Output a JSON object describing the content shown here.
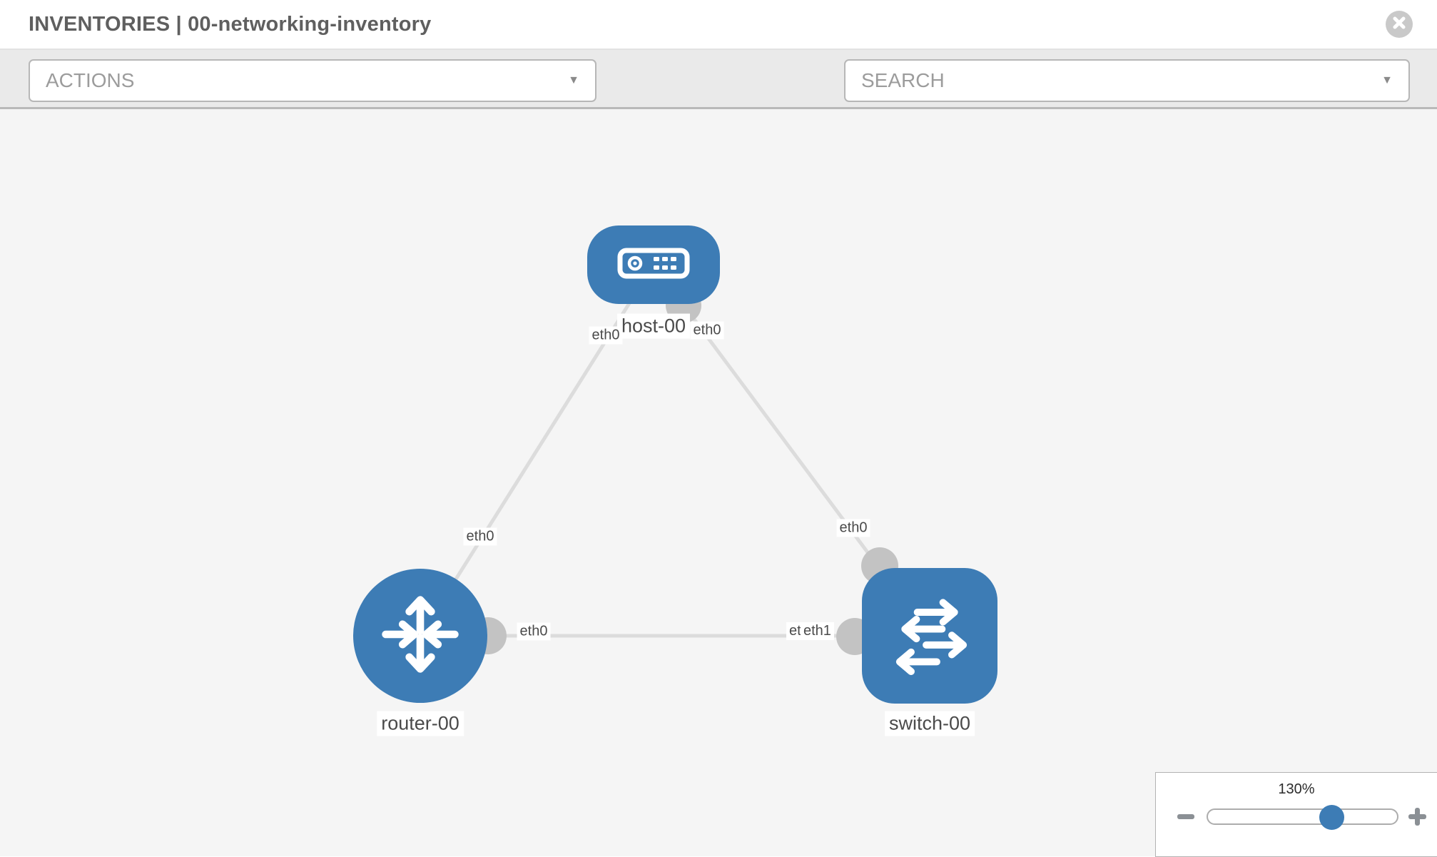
{
  "header": {
    "title": "INVENTORIES | 00-networking-inventory",
    "close_icon": "x-circle"
  },
  "toolbar": {
    "actions_dropdown": {
      "label": "ACTIONS",
      "caret": "▼"
    },
    "search_dropdown": {
      "label": "SEARCH",
      "caret": "▼"
    },
    "tool_icons": [
      "wrench-icon",
      "key-icon"
    ]
  },
  "topology": {
    "nodes": [
      {
        "label": "host-00",
        "type": "host"
      },
      {
        "label": "router-00",
        "type": "router"
      },
      {
        "label": "switch-00",
        "type": "switch"
      }
    ],
    "links": [
      {
        "from": "host-00",
        "from_interface": "eth0",
        "to": "router-00",
        "to_interface": "eth0"
      },
      {
        "from": "host-00",
        "from_interface": "eth0",
        "to": "switch-00",
        "to_interface": "eth0"
      },
      {
        "from": "router-00",
        "from_interface": "eth0",
        "to": "switch-00",
        "to_interface": "eth1"
      }
    ],
    "overlapped_hidden_interface_label": "eth0",
    "colors": {
      "node_blue": "#3d7cb5",
      "link_gray": "#dcdcdc",
      "interface_gray": "#c3c3c3",
      "canvas_bg": "#f5f5f5"
    }
  },
  "zoom_control": {
    "value": "130%",
    "percent": 130,
    "minus_icon": "minus",
    "plus_icon": "plus",
    "handle_color": "#3d7cb5"
  }
}
